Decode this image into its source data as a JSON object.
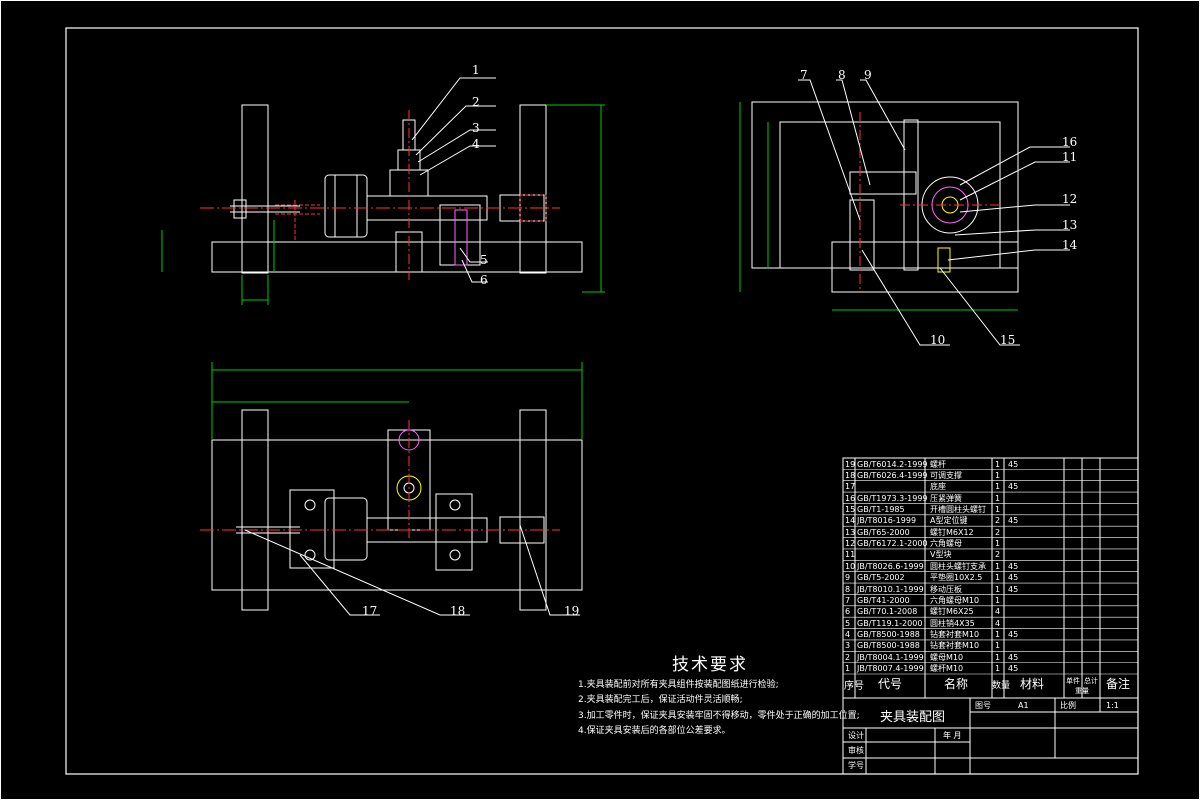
{
  "drawing": {
    "title": "夹具装配图",
    "sheet_size": "A1",
    "scale": "1:1",
    "row_labels": [
      "图号",
      "比例"
    ],
    "sign_rows": [
      "设计",
      "审核",
      "学号"
    ],
    "date_label": "年 月"
  },
  "requirements": {
    "title": "技术要求",
    "items": [
      "1.夹具装配前对所有夹具组件按装配图纸进行检验;",
      "2.夹具装配完工后，保证活动件灵活顺畅;",
      "3.加工零件时，保证夹具安装牢固不得移动，零件处于正确的加工位置;",
      "4.保证夹具安装后的各部位公差要求。"
    ]
  },
  "bom": {
    "headers": [
      "序号",
      "代号",
      "名称",
      "数量",
      "材料",
      "单件",
      "总计",
      "重量",
      "备注"
    ],
    "rows": [
      {
        "no": "19",
        "code": "GB/T6014.2-1999",
        "name": "螺杆",
        "qty": "1",
        "mat": "45"
      },
      {
        "no": "18",
        "code": "GB/T6026.4-1999",
        "name": "可调支撑",
        "qty": "1",
        "mat": ""
      },
      {
        "no": "17",
        "code": "",
        "name": "底座",
        "qty": "1",
        "mat": "45"
      },
      {
        "no": "16",
        "code": "GB/T1973.3-1999",
        "name": "压紧弹簧",
        "qty": "1",
        "mat": ""
      },
      {
        "no": "15",
        "code": "GB/T1-1985",
        "name": "开槽圆柱头螺钉",
        "qty": "1",
        "mat": ""
      },
      {
        "no": "14",
        "code": "JB/T8016-1999",
        "name": "A型定位键",
        "qty": "2",
        "mat": "45"
      },
      {
        "no": "13",
        "code": "GB/T65-2000",
        "name": "螺钉M6X12",
        "qty": "2",
        "mat": ""
      },
      {
        "no": "12",
        "code": "GB/T6172.1-2000",
        "name": "六角螺母",
        "qty": "1",
        "mat": ""
      },
      {
        "no": "11",
        "code": "",
        "name": "V型块",
        "qty": "2",
        "mat": ""
      },
      {
        "no": "10",
        "code": "JB/T8026.6-1999",
        "name": "圆柱头螺钉支承",
        "qty": "1",
        "mat": "45"
      },
      {
        "no": "9",
        "code": "GB/T5-2002",
        "name": "平垫圈10X2.5",
        "qty": "1",
        "mat": "45"
      },
      {
        "no": "8",
        "code": "JB/T8010.1-1999",
        "name": "移动压板",
        "qty": "1",
        "mat": "45"
      },
      {
        "no": "7",
        "code": "GB/T41-2000",
        "name": "六角螺母M10",
        "qty": "1",
        "mat": ""
      },
      {
        "no": "6",
        "code": "GB/T70.1-2008",
        "name": "螺钉M6X25",
        "qty": "4",
        "mat": ""
      },
      {
        "no": "5",
        "code": "GB/T119.1-2000",
        "name": "圆柱销4X35",
        "qty": "4",
        "mat": ""
      },
      {
        "no": "4",
        "code": "GB/T8500-1988",
        "name": "钻套衬套M10",
        "qty": "1",
        "mat": "45"
      },
      {
        "no": "3",
        "code": "GB/T8500-1988",
        "name": "钻套衬套M10",
        "qty": "1",
        "mat": ""
      },
      {
        "no": "2",
        "code": "JB/T8004.1-1999",
        "name": "螺母M10",
        "qty": "1",
        "mat": "45"
      },
      {
        "no": "1",
        "code": "JB/T8007.4-1999",
        "name": "螺杆M10",
        "qty": "1",
        "mat": "45"
      }
    ]
  },
  "callouts": {
    "front": [
      "1",
      "2",
      "3",
      "4",
      "5",
      "6"
    ],
    "side": [
      "7",
      "8",
      "9",
      "16",
      "11",
      "12",
      "13",
      "14",
      "10",
      "15"
    ],
    "top": [
      "17",
      "18",
      "19"
    ]
  },
  "colors": {
    "outline": "#ffffff",
    "dimension": "#00cc00",
    "center": "#ff3333",
    "hidden": "#ff66ff",
    "part": "#ffff00"
  }
}
